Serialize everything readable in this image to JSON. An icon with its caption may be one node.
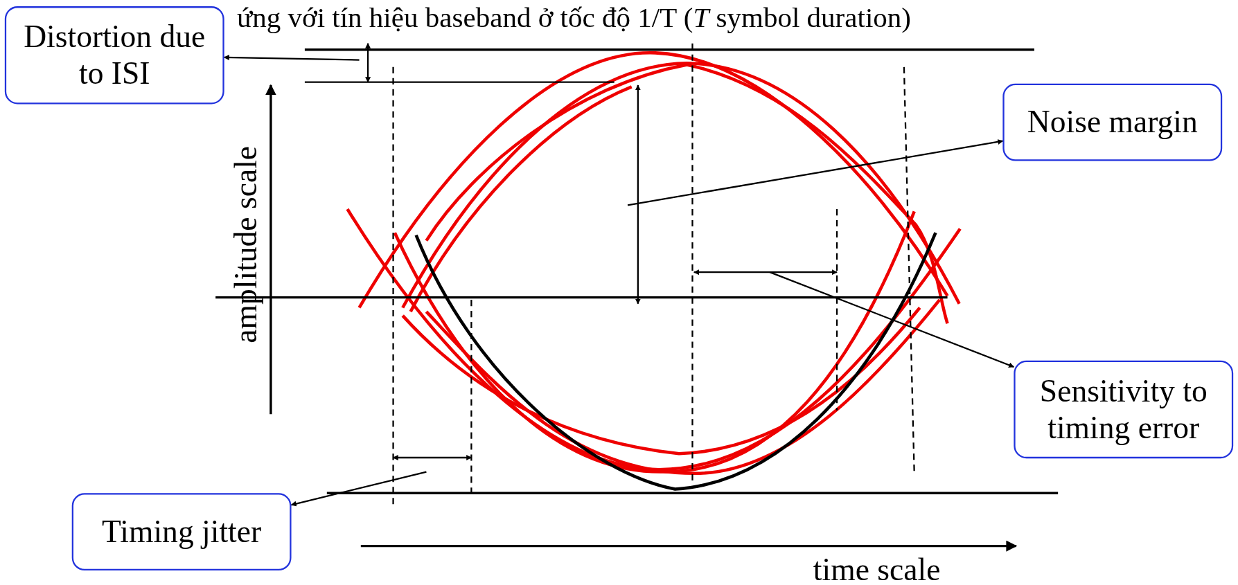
{
  "diagram": {
    "title": "ứng với tín hiệu baseband ở tốc độ 1/T (*T* symbol duration)",
    "nodes": [
      {
        "text": [
          "Distortion due to ISI"
        ]
      },
      {
        "text": [
          "Noise margin"
        ]
      },
      {
        "text": [
          "Sensitivity to timing error"
        ]
      },
      {
        "text": [
          "Timing jitter"
        ]
      }
    ],
    "edges": [
      {
        "from": null,
        "to": 0,
        "arrow": "to"
      },
      {
        "from": null,
        "to": 1,
        "arrow": "to"
      },
      {
        "from": null,
        "to": 2,
        "arrow": "to"
      },
      {
        "from": null,
        "to": 3,
        "arrow": "to"
      }
    ],
    "labels": [
      "amplitude scale",
      "time scale"
    ]
  }
}
